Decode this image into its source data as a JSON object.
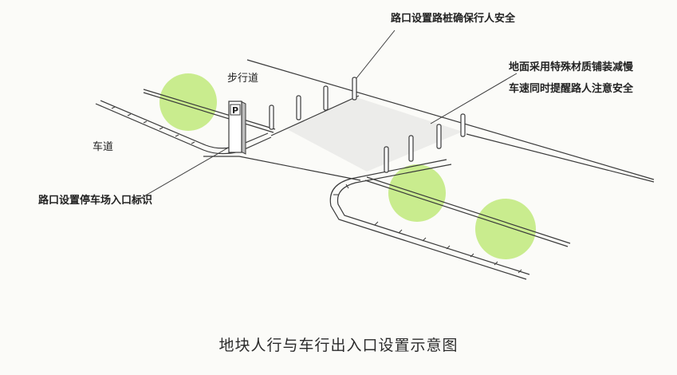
{
  "labels": {
    "bollard_note": "路口设置路桩确保行人安全",
    "surface_note_line1": "地面采用特殊材质铺装减慢",
    "surface_note_line2": "车速同时提醒路人注意安全",
    "sidewalk": "步行道",
    "roadway": "车道",
    "parking_sign_note": "路口设置停车场入口标识"
  },
  "sign": {
    "letter": "P"
  },
  "caption": "地块人行与车行出入口设置示意图",
  "colors": {
    "tree": "#c9ec8e",
    "paving": "#ececea",
    "line": "#3a3a3a",
    "background": "#fbfbf8"
  }
}
